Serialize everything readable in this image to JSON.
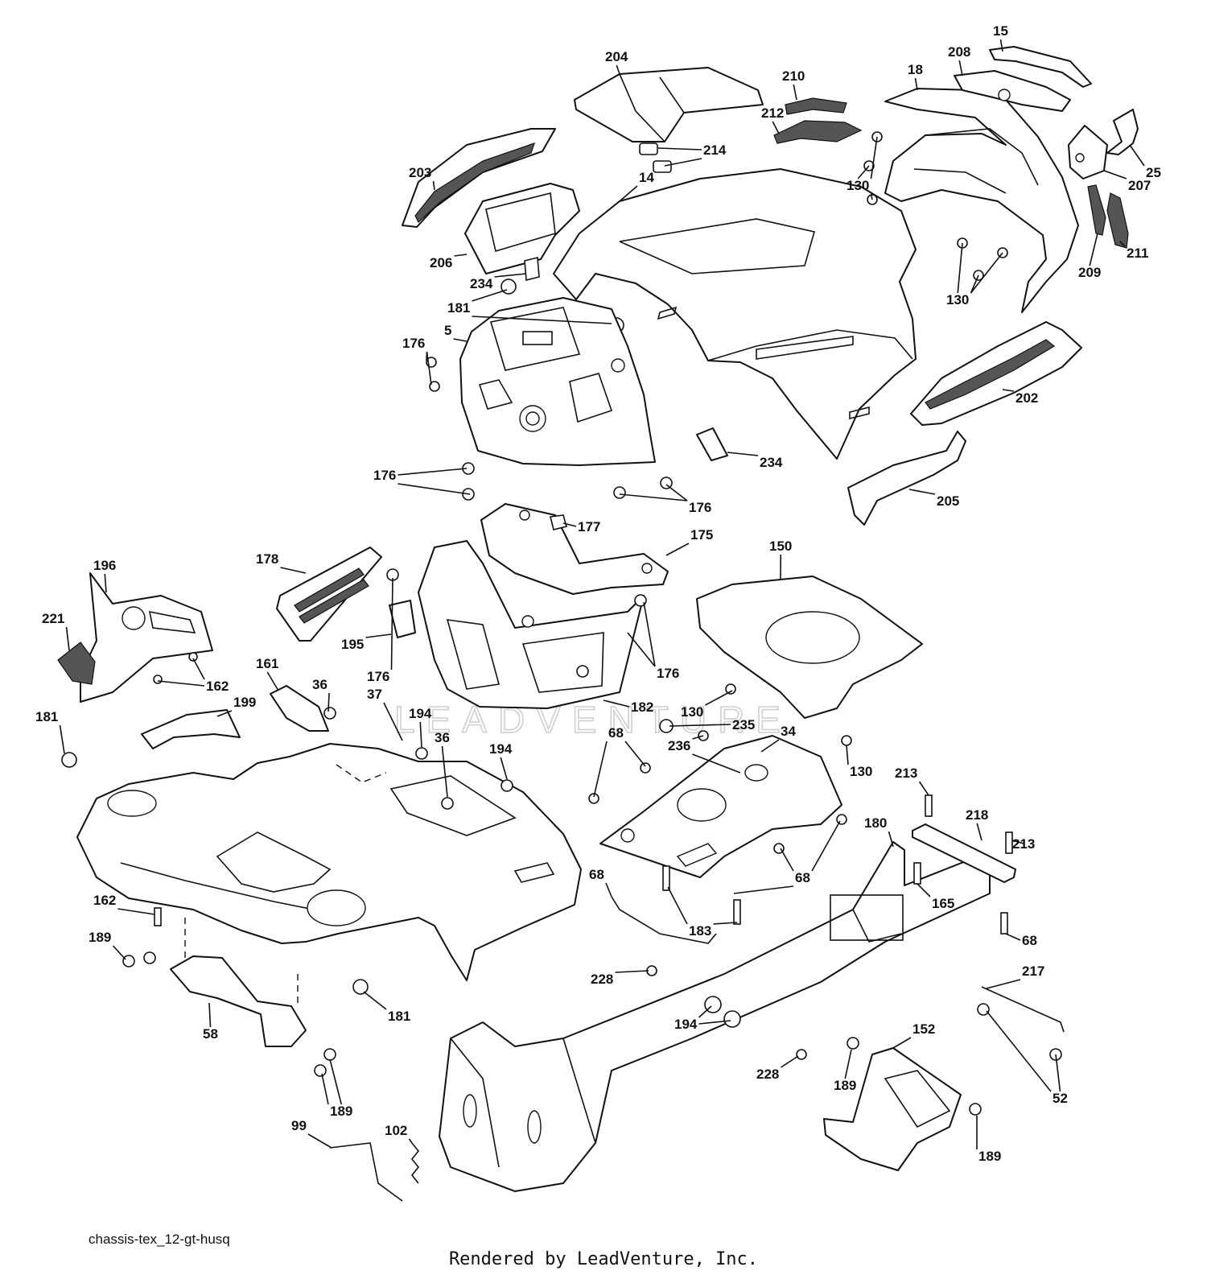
{
  "watermark": "LEADVENTURE",
  "caption": "chassis-tex_12-gt-husq",
  "credit": "Rendered by LeadVenture, Inc.",
  "callouts": [
    {
      "label": "15"
    },
    {
      "label": "204"
    },
    {
      "label": "208"
    },
    {
      "label": "18"
    },
    {
      "label": "210"
    },
    {
      "label": "212"
    },
    {
      "label": "214"
    },
    {
      "label": "203"
    },
    {
      "label": "14"
    },
    {
      "label": "130"
    },
    {
      "label": "25"
    },
    {
      "label": "207"
    },
    {
      "label": "206"
    },
    {
      "label": "211"
    },
    {
      "label": "209"
    },
    {
      "label": "234"
    },
    {
      "label": "130"
    },
    {
      "label": "181"
    },
    {
      "label": "5"
    },
    {
      "label": "176"
    },
    {
      "label": "202"
    },
    {
      "label": "234"
    },
    {
      "label": "176"
    },
    {
      "label": "176"
    },
    {
      "label": "205"
    },
    {
      "label": "177"
    },
    {
      "label": "175"
    },
    {
      "label": "150"
    },
    {
      "label": "196"
    },
    {
      "label": "178"
    },
    {
      "label": "221"
    },
    {
      "label": "195"
    },
    {
      "label": "176"
    },
    {
      "label": "161"
    },
    {
      "label": "36"
    },
    {
      "label": "162"
    },
    {
      "label": "176"
    },
    {
      "label": "37"
    },
    {
      "label": "182"
    },
    {
      "label": "130"
    },
    {
      "label": "199"
    },
    {
      "label": "194"
    },
    {
      "label": "181"
    },
    {
      "label": "235"
    },
    {
      "label": "34"
    },
    {
      "label": "36"
    },
    {
      "label": "68"
    },
    {
      "label": "236"
    },
    {
      "label": "194"
    },
    {
      "label": "130"
    },
    {
      "label": "213"
    },
    {
      "label": "180"
    },
    {
      "label": "218"
    },
    {
      "label": "213"
    },
    {
      "label": "68"
    },
    {
      "label": "165"
    },
    {
      "label": "68"
    },
    {
      "label": "162"
    },
    {
      "label": "183"
    },
    {
      "label": "68"
    },
    {
      "label": "189"
    },
    {
      "label": "228"
    },
    {
      "label": "217"
    },
    {
      "label": "58"
    },
    {
      "label": "181"
    },
    {
      "label": "194"
    },
    {
      "label": "152"
    },
    {
      "label": "52"
    },
    {
      "label": "228"
    },
    {
      "label": "189"
    },
    {
      "label": "189"
    },
    {
      "label": "99"
    },
    {
      "label": "102"
    },
    {
      "label": "189"
    }
  ]
}
